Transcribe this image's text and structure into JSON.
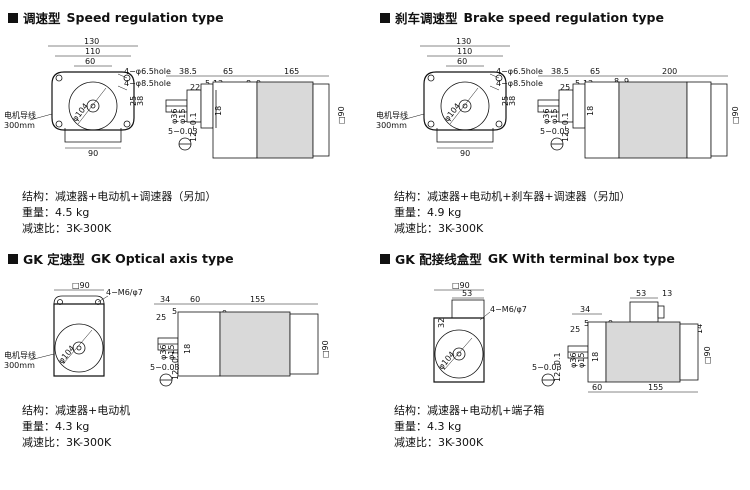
{
  "panels": [
    {
      "title_cn": "调速型",
      "title_en": "Speed regulation type",
      "front": {
        "w1": "130",
        "w2": "110",
        "w3": "60",
        "hole1": "4−φ6.5hole",
        "hole2": "4−φ8.5hole",
        "side_a": "25",
        "side_b": "38",
        "pcd": "φ104",
        "bottom": "90"
      },
      "lead": {
        "line1": "电机导线",
        "line2": "300mm"
      },
      "side": {
        "d1": "38.5",
        "d2": "65",
        "d3": "165",
        "d4": "22",
        "d5": "5",
        "d6": "12",
        "d7": "8",
        "d8": "9",
        "shaft_d": "φ36",
        "shaft_d2": "φ15",
        "len": "18",
        "key": "5−0.03",
        "key2": "12−0.1",
        "body_sq": "□90"
      },
      "specs": {
        "structure": "结构：减速器+电动机+调速器（另加）",
        "weight": "重量：4.5 kg",
        "ratio": "减速比：3K-300K"
      }
    },
    {
      "title_cn": "刹车调速型",
      "title_en": "Brake speed regulation type",
      "front": {
        "w1": "130",
        "w2": "110",
        "w3": "60",
        "hole1": "4−φ6.5hole",
        "hole2": "4−φ8.5hole",
        "side_a": "25",
        "side_b": "38",
        "pcd": "φ104",
        "bottom": "90"
      },
      "lead": {
        "line1": "电机导线",
        "line2": "300mm"
      },
      "side": {
        "d1": "38.5",
        "d2": "65",
        "d3": "200",
        "d4": "25",
        "d5": "5",
        "d6": "12",
        "d7": "8",
        "d8": "9",
        "shaft_d": "φ36",
        "shaft_d2": "φ15",
        "len": "18",
        "key": "5−0.03",
        "key2": "12−0.1",
        "body_sq": "□90"
      },
      "specs": {
        "structure": "结构：减速器+电动机+刹车器+调速器（另加）",
        "weight": "重量：4.9 kg",
        "ratio": "减速比：3K-300K"
      }
    },
    {
      "title_cn": "GK 定速型",
      "title_en": "GK Optical axis type",
      "front": {
        "sq": "□90",
        "hole": "4−M6/φ7",
        "pcd": "φ104"
      },
      "lead": {
        "line1": "电机导线",
        "line2": "300mm"
      },
      "side": {
        "d1": "34",
        "d2": "60",
        "d3": "155",
        "d4": "25",
        "d5": "5",
        "d8": "9",
        "shaft_d": "φ36",
        "shaft_d2": "φ15",
        "len": "18",
        "key": "5−0.03",
        "key2": "12−0.1",
        "body_sq": "□90"
      },
      "specs": {
        "structure": "结构：减速器+电动机",
        "weight": "重量：4.3 kg",
        "ratio": "减速比：3K-300K"
      }
    },
    {
      "title_cn": "GK 配接线盒型",
      "title_en": "GK With terminal box type",
      "front": {
        "sq": "□90",
        "w": "53",
        "side": "32",
        "hole": "4−M6/φ7",
        "pcd": "φ104"
      },
      "side": {
        "d1": "34",
        "d2": "60",
        "d3": "155",
        "d4": "25",
        "d5": "5",
        "d8": "9",
        "box_w": "53",
        "box_d": "13",
        "box_h": "14",
        "shaft_d": "φ36",
        "shaft_d2": "φ15",
        "len": "18",
        "key": "5−0.03",
        "key2": "12−0.1",
        "body_sq": "□90"
      },
      "specs": {
        "structure": "结构：减速器+电动机+端子箱",
        "weight": "重量：4.3 kg",
        "ratio": "减速比：3K-300K"
      }
    }
  ]
}
